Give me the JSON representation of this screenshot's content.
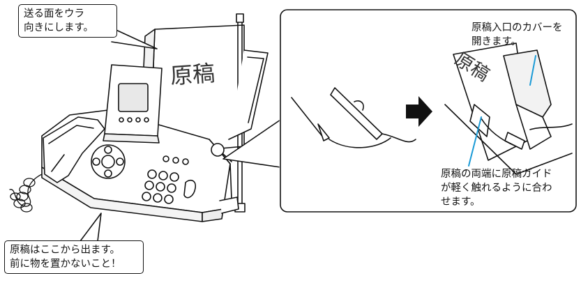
{
  "callouts": {
    "top_left": [
      "送る面をウラ",
      "向きにします。"
    ],
    "bottom_left": [
      "原稿はここから出ます。",
      "前に物を置かないこと！"
    ],
    "inset_top": [
      "原稿入口のカバーを",
      "開きます。"
    ],
    "inset_bottom": [
      "原稿の両端に原稿ガイド",
      "が軽く触れるように合わ",
      "せます。"
    ]
  },
  "document_labels": {
    "main": "原稿",
    "inset": "原稿"
  },
  "colors": {
    "stroke": "#111111",
    "accent_line": "#1a9ad6",
    "arrow": "#111111"
  },
  "icons": {
    "step_arrow": "right-arrow-icon"
  }
}
